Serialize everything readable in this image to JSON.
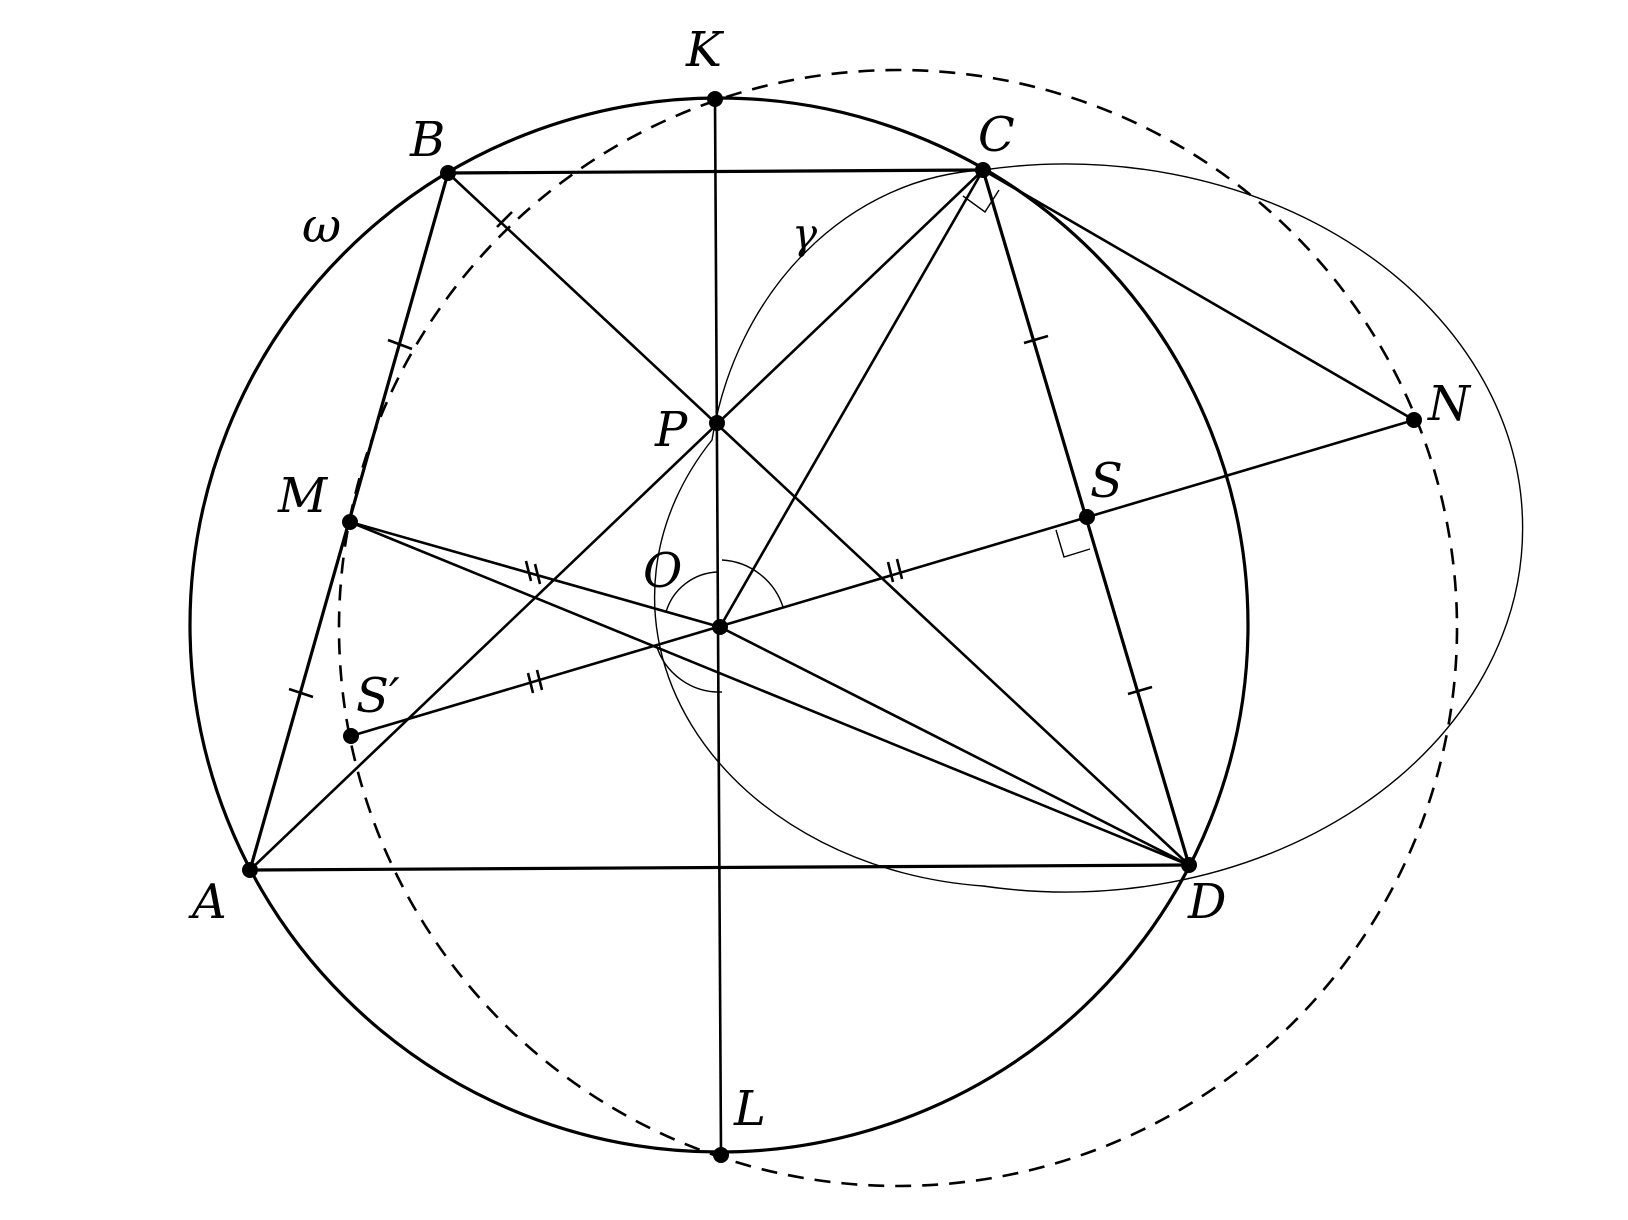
{
  "figure": {
    "points": {
      "A": "A",
      "B": "B",
      "C": "C",
      "D": "D",
      "K": "K",
      "L": "L",
      "M": "M",
      "N": "N",
      "O": "O",
      "P": "P",
      "S": "S",
      "S_prime": "S′"
    },
    "circles": {
      "omega": "ω",
      "gamma": "γ"
    }
  }
}
